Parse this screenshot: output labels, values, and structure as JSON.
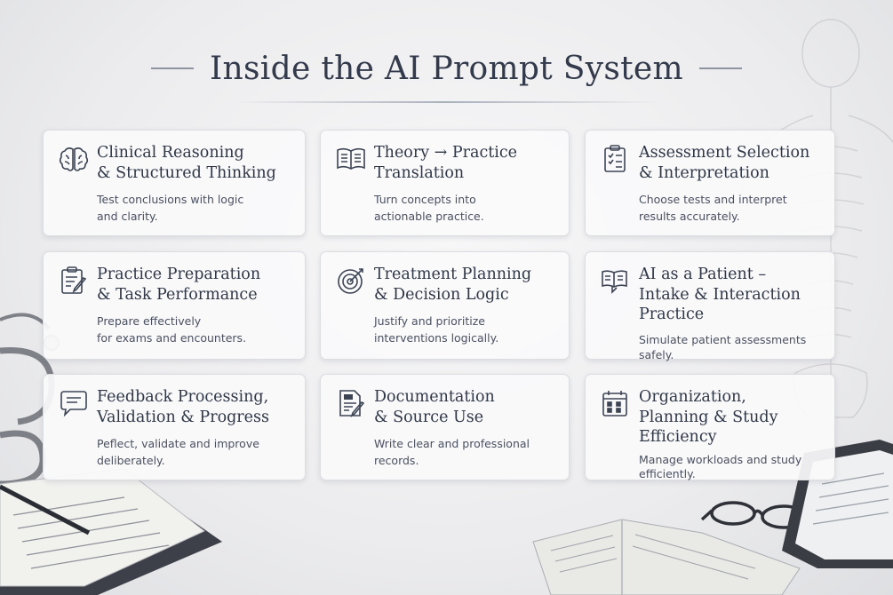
{
  "title": "Inside the AI Prompt System",
  "cards": [
    {
      "icon": "brain-icon",
      "title_lines": [
        "Clinical Reasoning",
        "& Structured Thinking"
      ],
      "desc_lines": [
        "Test conclusions with logic",
        "and clarity."
      ]
    },
    {
      "icon": "open-book-icon",
      "title_lines": [
        "Theory → Practice",
        "Translation"
      ],
      "desc_lines": [
        "Turn concepts into",
        "actionable practice."
      ]
    },
    {
      "icon": "clipboard-checklist-icon",
      "title_lines": [
        "Assessment Selection",
        "& Interpretation"
      ],
      "desc_lines": [
        "Choose tests and interpret",
        "results accurately."
      ]
    },
    {
      "icon": "clipboard-pencil-icon",
      "title_lines": [
        "Practice Preparation",
        "& Task Performance"
      ],
      "desc_lines": [
        "Prepare effectively",
        "for exams and encounters."
      ]
    },
    {
      "icon": "target-icon",
      "title_lines": [
        "Treatment Planning",
        "& Decision Logic"
      ],
      "desc_lines": [
        "Justify and prioritize",
        "interventions logically."
      ]
    },
    {
      "icon": "book-chat-icon",
      "title_lines": [
        "AI as a Patient –",
        "Intake & Interaction",
        "Practice"
      ],
      "desc_lines": [
        "Simulate patient assessments",
        "safely."
      ]
    },
    {
      "icon": "speech-bubble-icon",
      "title_lines": [
        "Feedback Processing,",
        "Validation & Progress"
      ],
      "desc_lines": [
        "Peflect, validate and improve",
        "deliberately."
      ]
    },
    {
      "icon": "document-pencil-icon",
      "title_lines": [
        "Documentation",
        "& Source Use"
      ],
      "desc_lines": [
        "Write clear and professional",
        "records."
      ]
    },
    {
      "icon": "calendar-icon",
      "title_lines": [
        "Organization,",
        "Planning & Study",
        "Efficiency"
      ],
      "desc_lines": [
        "Manage workloads and study",
        "efficiently."
      ]
    }
  ]
}
